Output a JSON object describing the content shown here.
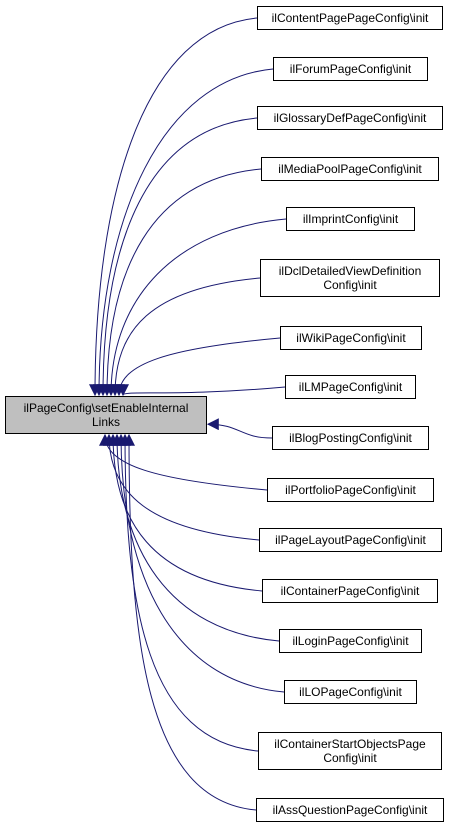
{
  "colors": {
    "edge": "#191970",
    "root_fill": "#bfbfbf",
    "node_fill": "#ffffff",
    "border": "#000000"
  },
  "root": {
    "lines": [
      "ilPageConfig\\setEnableInternal",
      "Links"
    ]
  },
  "callers": [
    {
      "lines": [
        "ilContentPagePageConfig\\init"
      ]
    },
    {
      "lines": [
        "ilForumPageConfig\\init"
      ]
    },
    {
      "lines": [
        "ilGlossaryDefPageConfig\\init"
      ]
    },
    {
      "lines": [
        "ilMediaPoolPageConfig\\init"
      ]
    },
    {
      "lines": [
        "ilImprintConfig\\init"
      ]
    },
    {
      "lines": [
        "ilDclDetailedViewDefinition",
        "Config\\init"
      ]
    },
    {
      "lines": [
        "ilWikiPageConfig\\init"
      ]
    },
    {
      "lines": [
        "ilLMPageConfig\\init"
      ]
    },
    {
      "lines": [
        "ilBlogPostingConfig\\init"
      ]
    },
    {
      "lines": [
        "ilPortfolioPageConfig\\init"
      ]
    },
    {
      "lines": [
        "ilPageLayoutPageConfig\\init"
      ]
    },
    {
      "lines": [
        "ilContainerPageConfig\\init"
      ]
    },
    {
      "lines": [
        "ilLoginPageConfig\\init"
      ]
    },
    {
      "lines": [
        "ilLOPageConfig\\init"
      ]
    },
    {
      "lines": [
        "ilContainerStartObjectsPage",
        "Config\\init"
      ]
    },
    {
      "lines": [
        "ilAssQuestionPageConfig\\init"
      ]
    }
  ]
}
